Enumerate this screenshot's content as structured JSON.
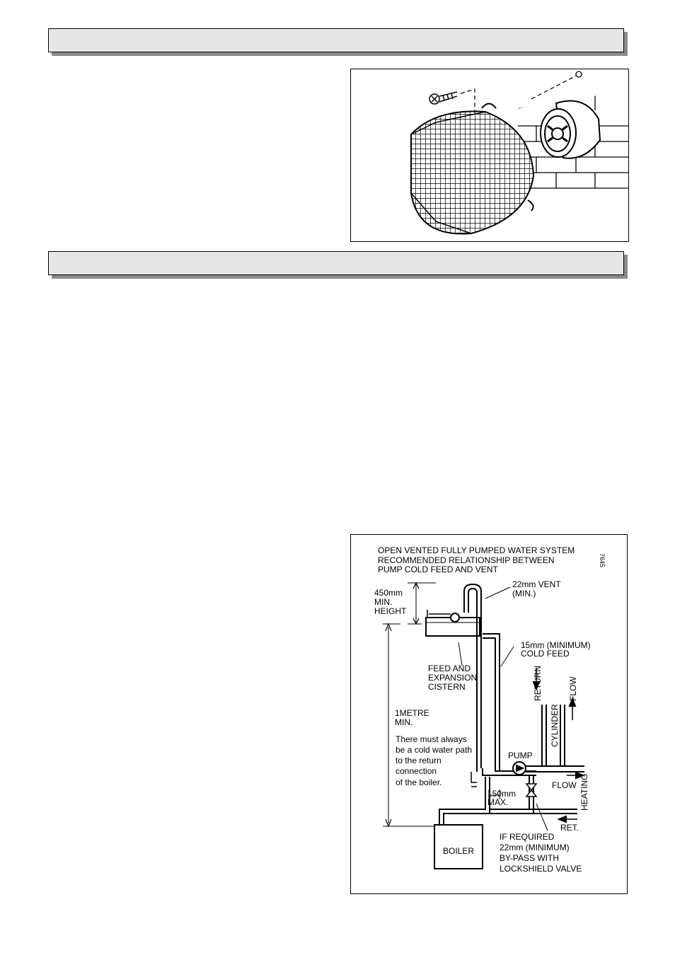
{
  "sections": [
    {
      "heading": ""
    },
    {
      "heading": ""
    }
  ],
  "figure_guard": {
    "description_icons": [
      "screw-icon",
      "terminal-guard-icon",
      "flue-terminal-icon"
    ]
  },
  "figure_system": {
    "title_lines": [
      "OPEN VENTED FULLY PUMPED WATER SYSTEM",
      "RECOMMENDED RELATIONSHIP BETWEEN",
      "PUMP COLD FEED AND VENT"
    ],
    "figure_number": "7645",
    "labels": {
      "vent_1": "22mm VENT",
      "vent_2": "(MIN.)",
      "height_1": "450mm",
      "height_2": "MIN.",
      "height_3": "HEIGHT",
      "cold_feed_1": "15mm (MINIMUM)",
      "cold_feed_2": "COLD FEED",
      "cistern_1": "FEED AND",
      "cistern_2": "EXPANSION",
      "cistern_3": "CISTERN",
      "metre_1": "1METRE",
      "metre_2": "MIN.",
      "note_1": "There must always",
      "note_2": "be a cold water path",
      "note_3": "to the return",
      "note_4": "connection",
      "note_5": "of the boiler.",
      "return": "RETURN",
      "flow_vertical": "FLOW",
      "cylinder": "CYLINDER",
      "pump": "PUMP",
      "flow_heating": "FLOW",
      "heating": "HEATING",
      "dist_1": "150mm",
      "dist_2": "MAX.",
      "ret": "RET.",
      "bypass_1": "IF REQUIRED",
      "bypass_2": "22mm (MINIMUM)",
      "bypass_3": "BY-PASS WITH",
      "bypass_4": "LOCKSHIELD VALVE",
      "boiler": "BOILER"
    }
  }
}
